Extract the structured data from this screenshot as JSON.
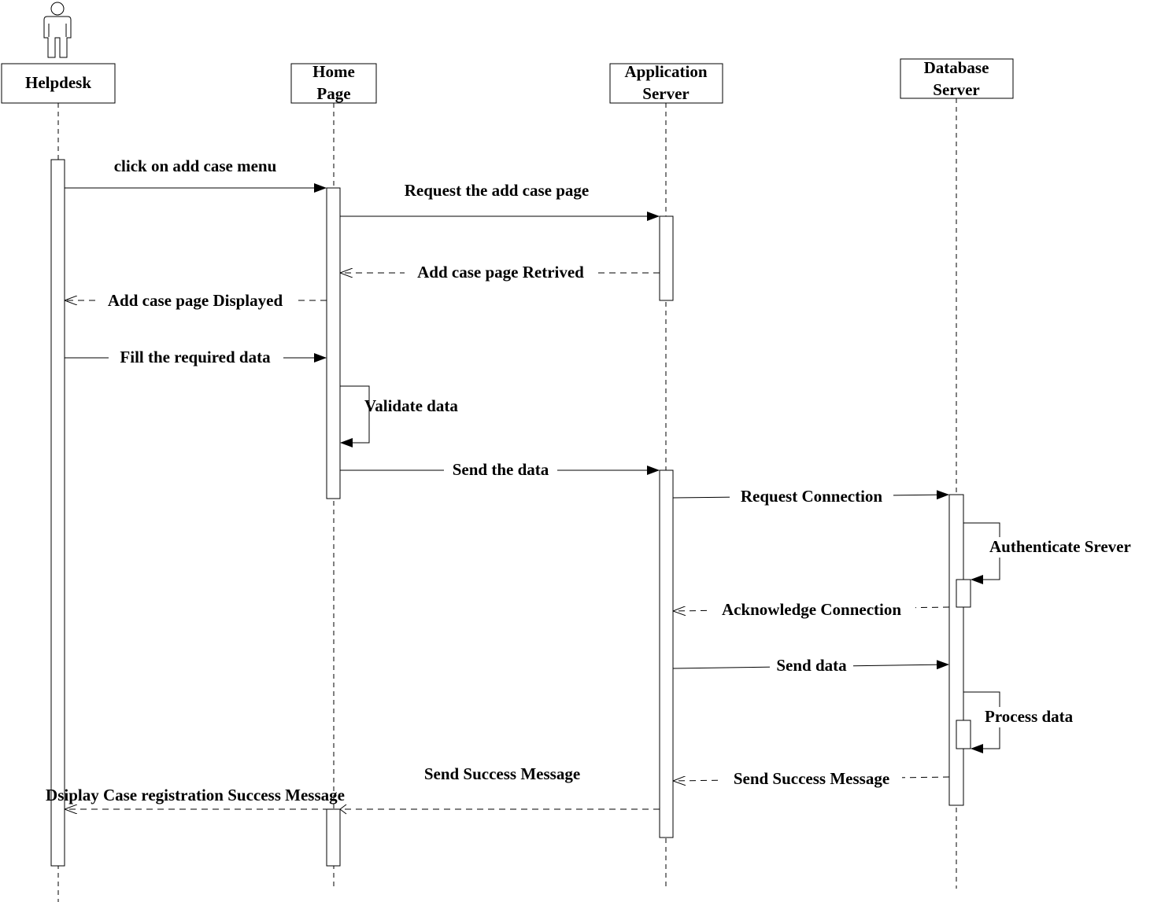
{
  "participants": [
    {
      "id": "helpdesk",
      "lines": [
        "Helpdesk"
      ],
      "actor": true
    },
    {
      "id": "homepage",
      "lines": [
        "Home",
        "Page"
      ]
    },
    {
      "id": "appserver",
      "lines": [
        "Application",
        "Server"
      ]
    },
    {
      "id": "dbserver",
      "lines": [
        "Database",
        "Server"
      ]
    }
  ],
  "messages": [
    {
      "id": "m1",
      "text": "click on add case menu"
    },
    {
      "id": "m2",
      "text": "Request the add case page"
    },
    {
      "id": "m3",
      "text": "Add case page Retrived"
    },
    {
      "id": "m4",
      "text": "Add case page Displayed"
    },
    {
      "id": "m5",
      "text": "Fill the required data"
    },
    {
      "id": "m6",
      "text": "Validate data"
    },
    {
      "id": "m7",
      "text": "Send the data"
    },
    {
      "id": "m8",
      "text": "Request Connection"
    },
    {
      "id": "m9",
      "text": "Authenticate Srever"
    },
    {
      "id": "m10",
      "text": "Acknowledge Connection"
    },
    {
      "id": "m11",
      "text": "Send data"
    },
    {
      "id": "m12",
      "text": "Process data"
    },
    {
      "id": "m13",
      "text": "Send Success Message"
    },
    {
      "id": "m14",
      "text": "Send Success Message"
    },
    {
      "id": "m15",
      "text": "Dsiplay Case registration  Success Message"
    }
  ]
}
